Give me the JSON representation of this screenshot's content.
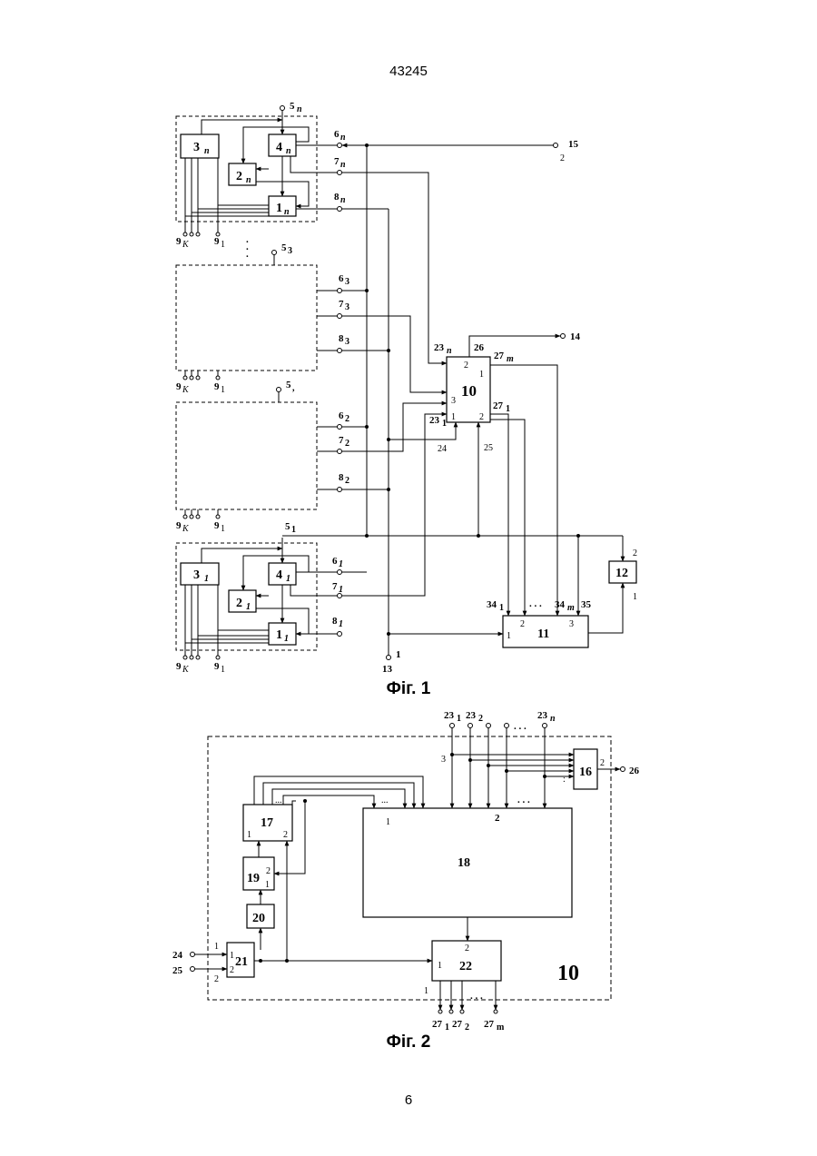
{
  "header": {
    "doc_number": "43245"
  },
  "footer": {
    "page_number": "6"
  },
  "fig1": {
    "caption": "Фіг. 1",
    "modules": {
      "top": {
        "b1": "1",
        "b2": "2",
        "b3": "3",
        "b4": "4",
        "sub": "n"
      },
      "bottom": {
        "b1": "1",
        "b2": "2",
        "b3": "3",
        "b4": "4",
        "sub": "1"
      }
    },
    "blocks": {
      "b10": "10",
      "b11": "11",
      "b12": "12"
    },
    "labels": {
      "in5n": "5",
      "in5n_sub": "n",
      "in53": "5",
      "in53_sub": "3",
      "in52": "5",
      "in52_sub": ",",
      "in51": "5",
      "in51_sub": "1",
      "l6n": "6",
      "l6n_sub": "n",
      "l7n": "7",
      "l7n_sub": "n",
      "l8n": "8",
      "l8n_sub": "n",
      "l63": "6",
      "l63_sub": "3",
      "l73": "7",
      "l73_sub": "3",
      "l83": "8",
      "l83_sub": "3",
      "l62": "6",
      "l62_sub": "2",
      "l72": "7",
      "l72_sub": "2",
      "l82": "8",
      "l82_sub": "2",
      "l61": "6",
      "l61_sub": "1",
      "l71": "7",
      "l71_sub": "1",
      "l81": "8",
      "l81_sub": "1",
      "l9k": "9",
      "l9k_sub": "K",
      "l91": "9",
      "l91_sub": "1",
      "t15": "15",
      "t15_pin": "2",
      "t14": "14",
      "t13": "13",
      "t13_pin": "1",
      "l23n": "23",
      "l23n_sub": "n",
      "l231": "23",
      "l231_sub": "1",
      "l24": "24",
      "l25": "25",
      "l26": "26",
      "l27m": "27",
      "l27m_sub": "m",
      "l271": "27",
      "l271_sub": "1",
      "l341": "34",
      "l341_sub": "1",
      "l34m": "34",
      "l34m_sub": "m",
      "l35": "35",
      "dots": ". . ."
    }
  },
  "fig2": {
    "caption": "Фіг. 2",
    "module_label": "10",
    "blocks": {
      "b16": "16",
      "b17": "17",
      "b18": "18",
      "b19": "19",
      "b20": "20",
      "b21": "21",
      "b22": "22"
    },
    "labels": {
      "in231": "23",
      "in231_sub": "1",
      "in232": "23",
      "in232_sub": "2",
      "in23n": "23",
      "in23n_sub": "n",
      "in24": "24",
      "in25": "25",
      "out26": "26",
      "out271": "27",
      "out271_sub": "1",
      "out272": "27",
      "out272_sub": "2",
      "out27m": "27",
      "out27m_sub": "m",
      "dots": ". . ."
    }
  }
}
